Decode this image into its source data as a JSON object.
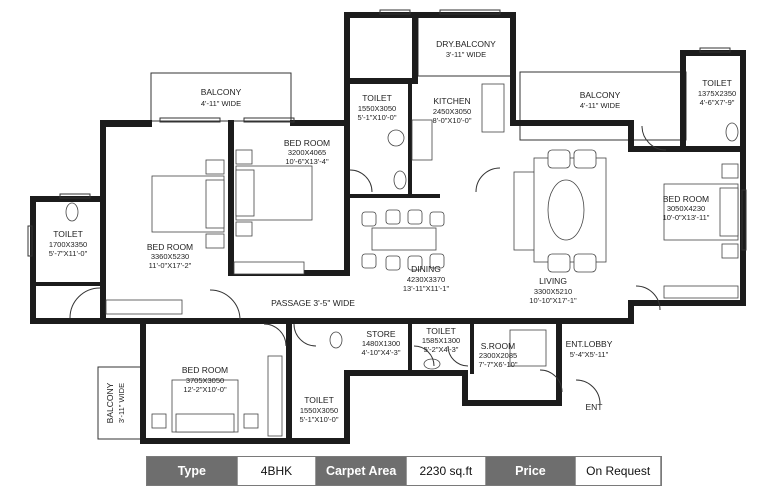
{
  "rooms": {
    "dry_balcony": {
      "name": "DRY.BALCONY",
      "size": "3'-11\" WIDE"
    },
    "balcony_left": {
      "name": "BALCONY",
      "size": "4'-11\" WIDE"
    },
    "balcony_right": {
      "name": "BALCONY",
      "size": "4'-11\" WIDE"
    },
    "toilet_top": {
      "name": "TOILET",
      "dim1": "1550X3050",
      "dim2": "5'-1\"X10'-0\""
    },
    "kitchen": {
      "name": "KITCHEN",
      "dim1": "2450X3050",
      "dim2": "8'-0\"X10'-0\""
    },
    "toilet_top_right": {
      "name": "TOILET",
      "dim1": "1375X2350",
      "dim2": "4'-6\"X7'-9\""
    },
    "bedroom_upper": {
      "name": "BED ROOM",
      "dim1": "3200X4065",
      "dim2": "10'-6\"X13'-4\""
    },
    "toilet_left": {
      "name": "TOILET",
      "dim1": "1700X3350",
      "dim2": "5'-7\"X11'-0\""
    },
    "bedroom_left": {
      "name": "BED ROOM",
      "dim1": "3360X5230",
      "dim2": "11'-0\"X17'-2\""
    },
    "dining": {
      "name": "DINING",
      "dim1": "4230X3370",
      "dim2": "13'-11\"X11'-1\""
    },
    "living": {
      "name": "LIVING",
      "dim1": "3300X5210",
      "dim2": "10'-10\"X17'-1\""
    },
    "bedroom_right": {
      "name": "BED ROOM",
      "dim1": "3050X4230",
      "dim2": "10'-0\"X13'-11\""
    },
    "passage": {
      "name": "PASSAGE 3'-5\" WIDE"
    },
    "store": {
      "name": "STORE",
      "dim1": "1480X1300",
      "dim2": "4'-10\"X4'-3\""
    },
    "toilet_mid": {
      "name": "TOILET",
      "dim1": "1585X1300",
      "dim2": "5'-2\"X4'-3\""
    },
    "s_room": {
      "name": "S.ROOM",
      "dim1": "2300X2085",
      "dim2": "7'-7\"X6'-10\""
    },
    "ent_lobby": {
      "name": "ENT.LOBBY",
      "dim1": "5'-4\"X5'-11\""
    },
    "bedroom_bottom": {
      "name": "BED ROOM",
      "dim1": "3705X3050",
      "dim2": "12'-2\"X10'-0\""
    },
    "toilet_bottom": {
      "name": "TOILET",
      "dim1": "1550X3050",
      "dim2": "5'-1\"X10'-0\""
    },
    "balcony_bottom": {
      "name": "BALCONY",
      "size": "3'-11\" WIDE"
    },
    "entry_mark": {
      "name": "ENT"
    }
  },
  "info": {
    "type_label": "Type",
    "type_value": "4BHK",
    "area_label": "Carpet Area",
    "area_value": "2230 sq.ft",
    "price_label": "Price",
    "price_value": "On Request"
  }
}
